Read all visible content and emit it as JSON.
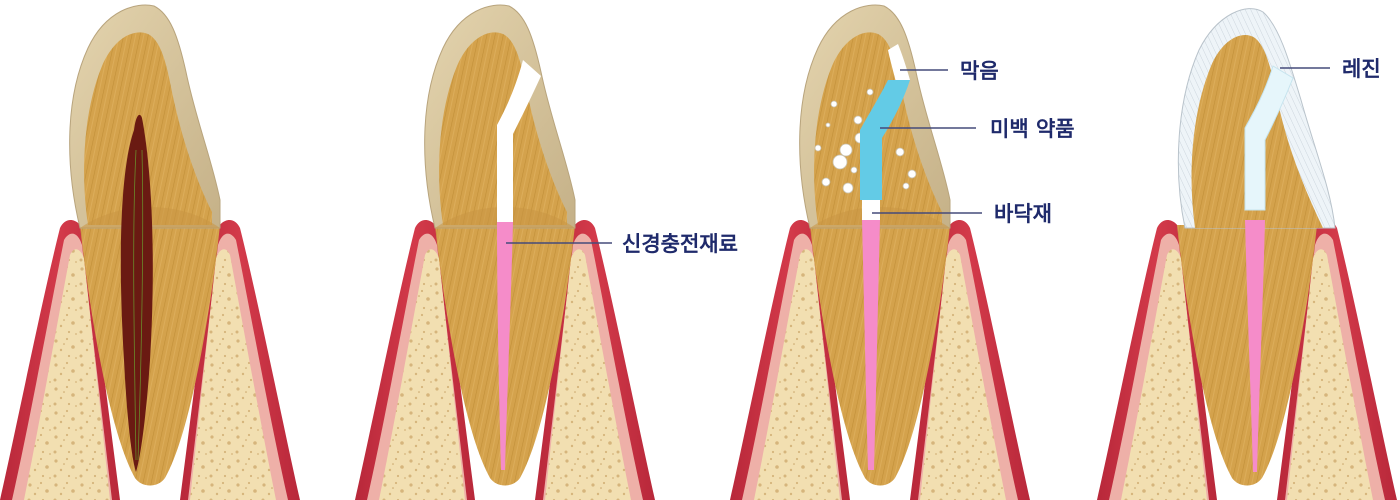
{
  "labels": {
    "root_filling": "신경충전재료",
    "seal": "막음",
    "bleaching_agent": "미백 약품",
    "base": "바닥재",
    "resin": "레진"
  },
  "colors": {
    "gum_outer": "#c6303f",
    "gum_inner": "#eeb0a8",
    "bone": "#f2dfb1",
    "bone_pore": "#d6b57c",
    "dentin": "#d4a24c",
    "enamel": "#d9c8a2",
    "pulp": "#6a1a12",
    "root_filling": "#f58cc9",
    "bleaching_agent": "#63cbe6",
    "resin": "#e6f6fb",
    "label_text": "#1f2a6b"
  }
}
